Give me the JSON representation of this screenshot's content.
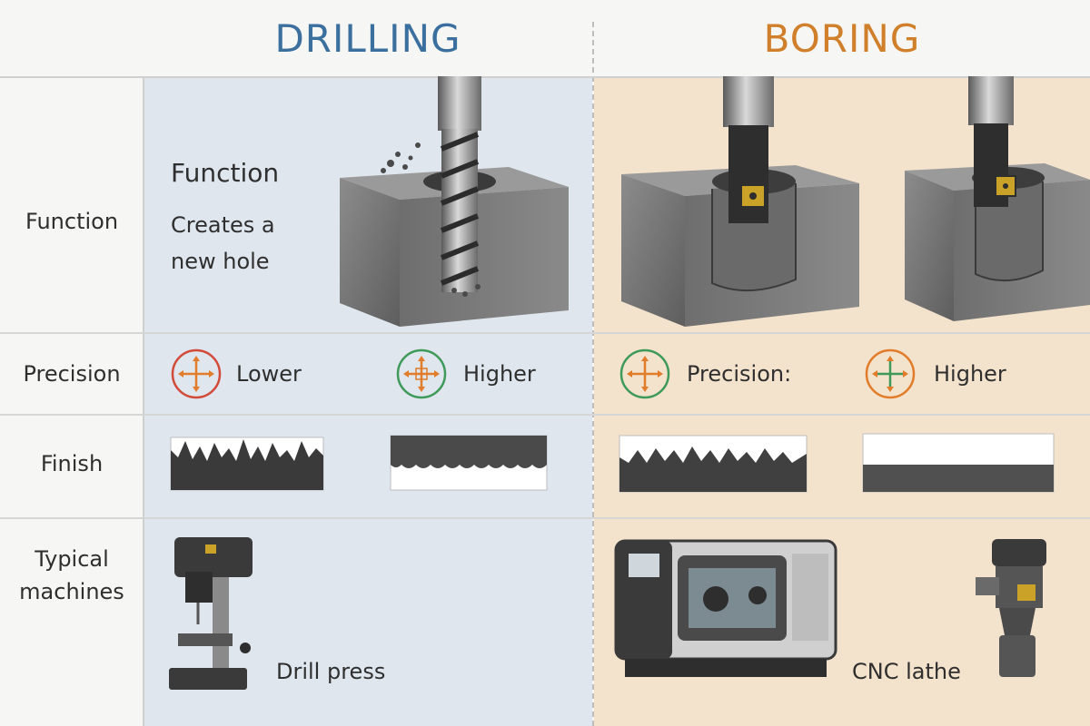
{
  "headers": {
    "drilling": "DRILLING",
    "boring": "BORING"
  },
  "row_labels": {
    "function": "Function",
    "precision": "Precision",
    "finish": "Finish",
    "machines": "Typical\nmachines"
  },
  "drilling": {
    "function_title": "Function",
    "function_desc": "Creates a\nnew hole",
    "precision_low": "Lower",
    "precision_high": "Higher",
    "machine": "Drill press"
  },
  "boring": {
    "precision_label": "Precision:",
    "precision_high": "Higher",
    "machine": "CNC lathe"
  },
  "colors": {
    "drilling_title": "#3b6f9e",
    "boring_title": "#d07f2a",
    "drilling_panel": "#dfe6ee",
    "boring_panel": "#f3e2cc",
    "precision_red": "#d24b3a",
    "precision_green": "#3f9a5a",
    "precision_orange": "#e07c2a"
  }
}
